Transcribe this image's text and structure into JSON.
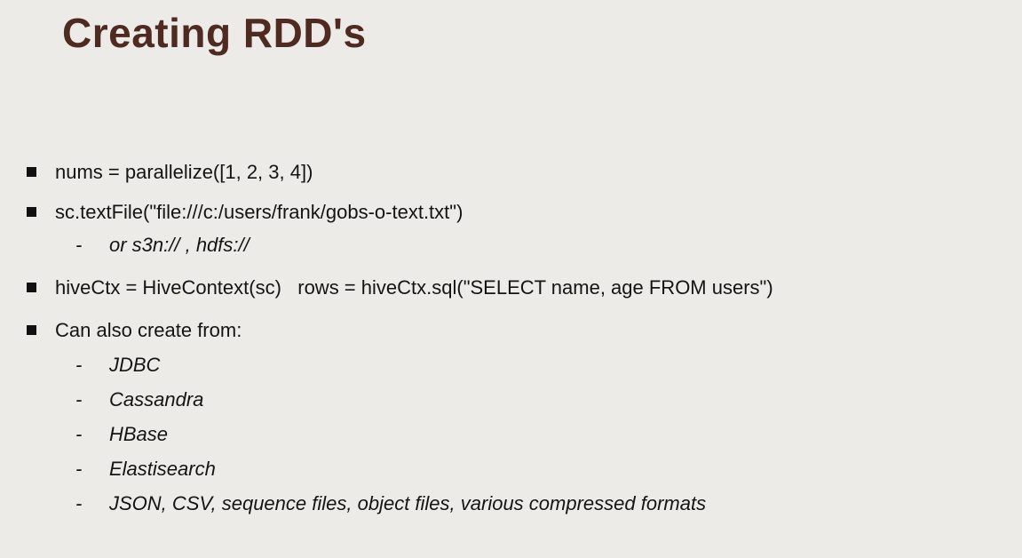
{
  "slide": {
    "title": "Creating RDD's",
    "colors": {
      "background": "#ECEBE7",
      "title": "#4F2A21",
      "text": "#141414"
    },
    "markers": {
      "square": "bullet-square",
      "dash": "-"
    },
    "bullets": [
      {
        "level": 1,
        "italic": false,
        "text": "nums = parallelize([1, 2, 3, 4])"
      },
      {
        "level": 1,
        "italic": false,
        "text": "sc.textFile(\"file:///c:/users/frank/gobs-o-text.txt\")"
      },
      {
        "level": 2,
        "italic": true,
        "text": "or s3n:// , hdfs://"
      },
      {
        "level": 1,
        "italic": false,
        "text": "hiveCtx = HiveContext(sc)   rows = hiveCtx.sql(\"SELECT name, age FROM users\")"
      },
      {
        "level": 1,
        "italic": false,
        "text": "Can also create from:"
      },
      {
        "level": 2,
        "italic": true,
        "text": "JDBC"
      },
      {
        "level": 2,
        "italic": true,
        "text": "Cassandra"
      },
      {
        "level": 2,
        "italic": true,
        "text": "HBase"
      },
      {
        "level": 2,
        "italic": true,
        "text": "Elastisearch"
      },
      {
        "level": 2,
        "italic": true,
        "text": "JSON, CSV, sequence files, object files, various compressed formats"
      }
    ]
  }
}
